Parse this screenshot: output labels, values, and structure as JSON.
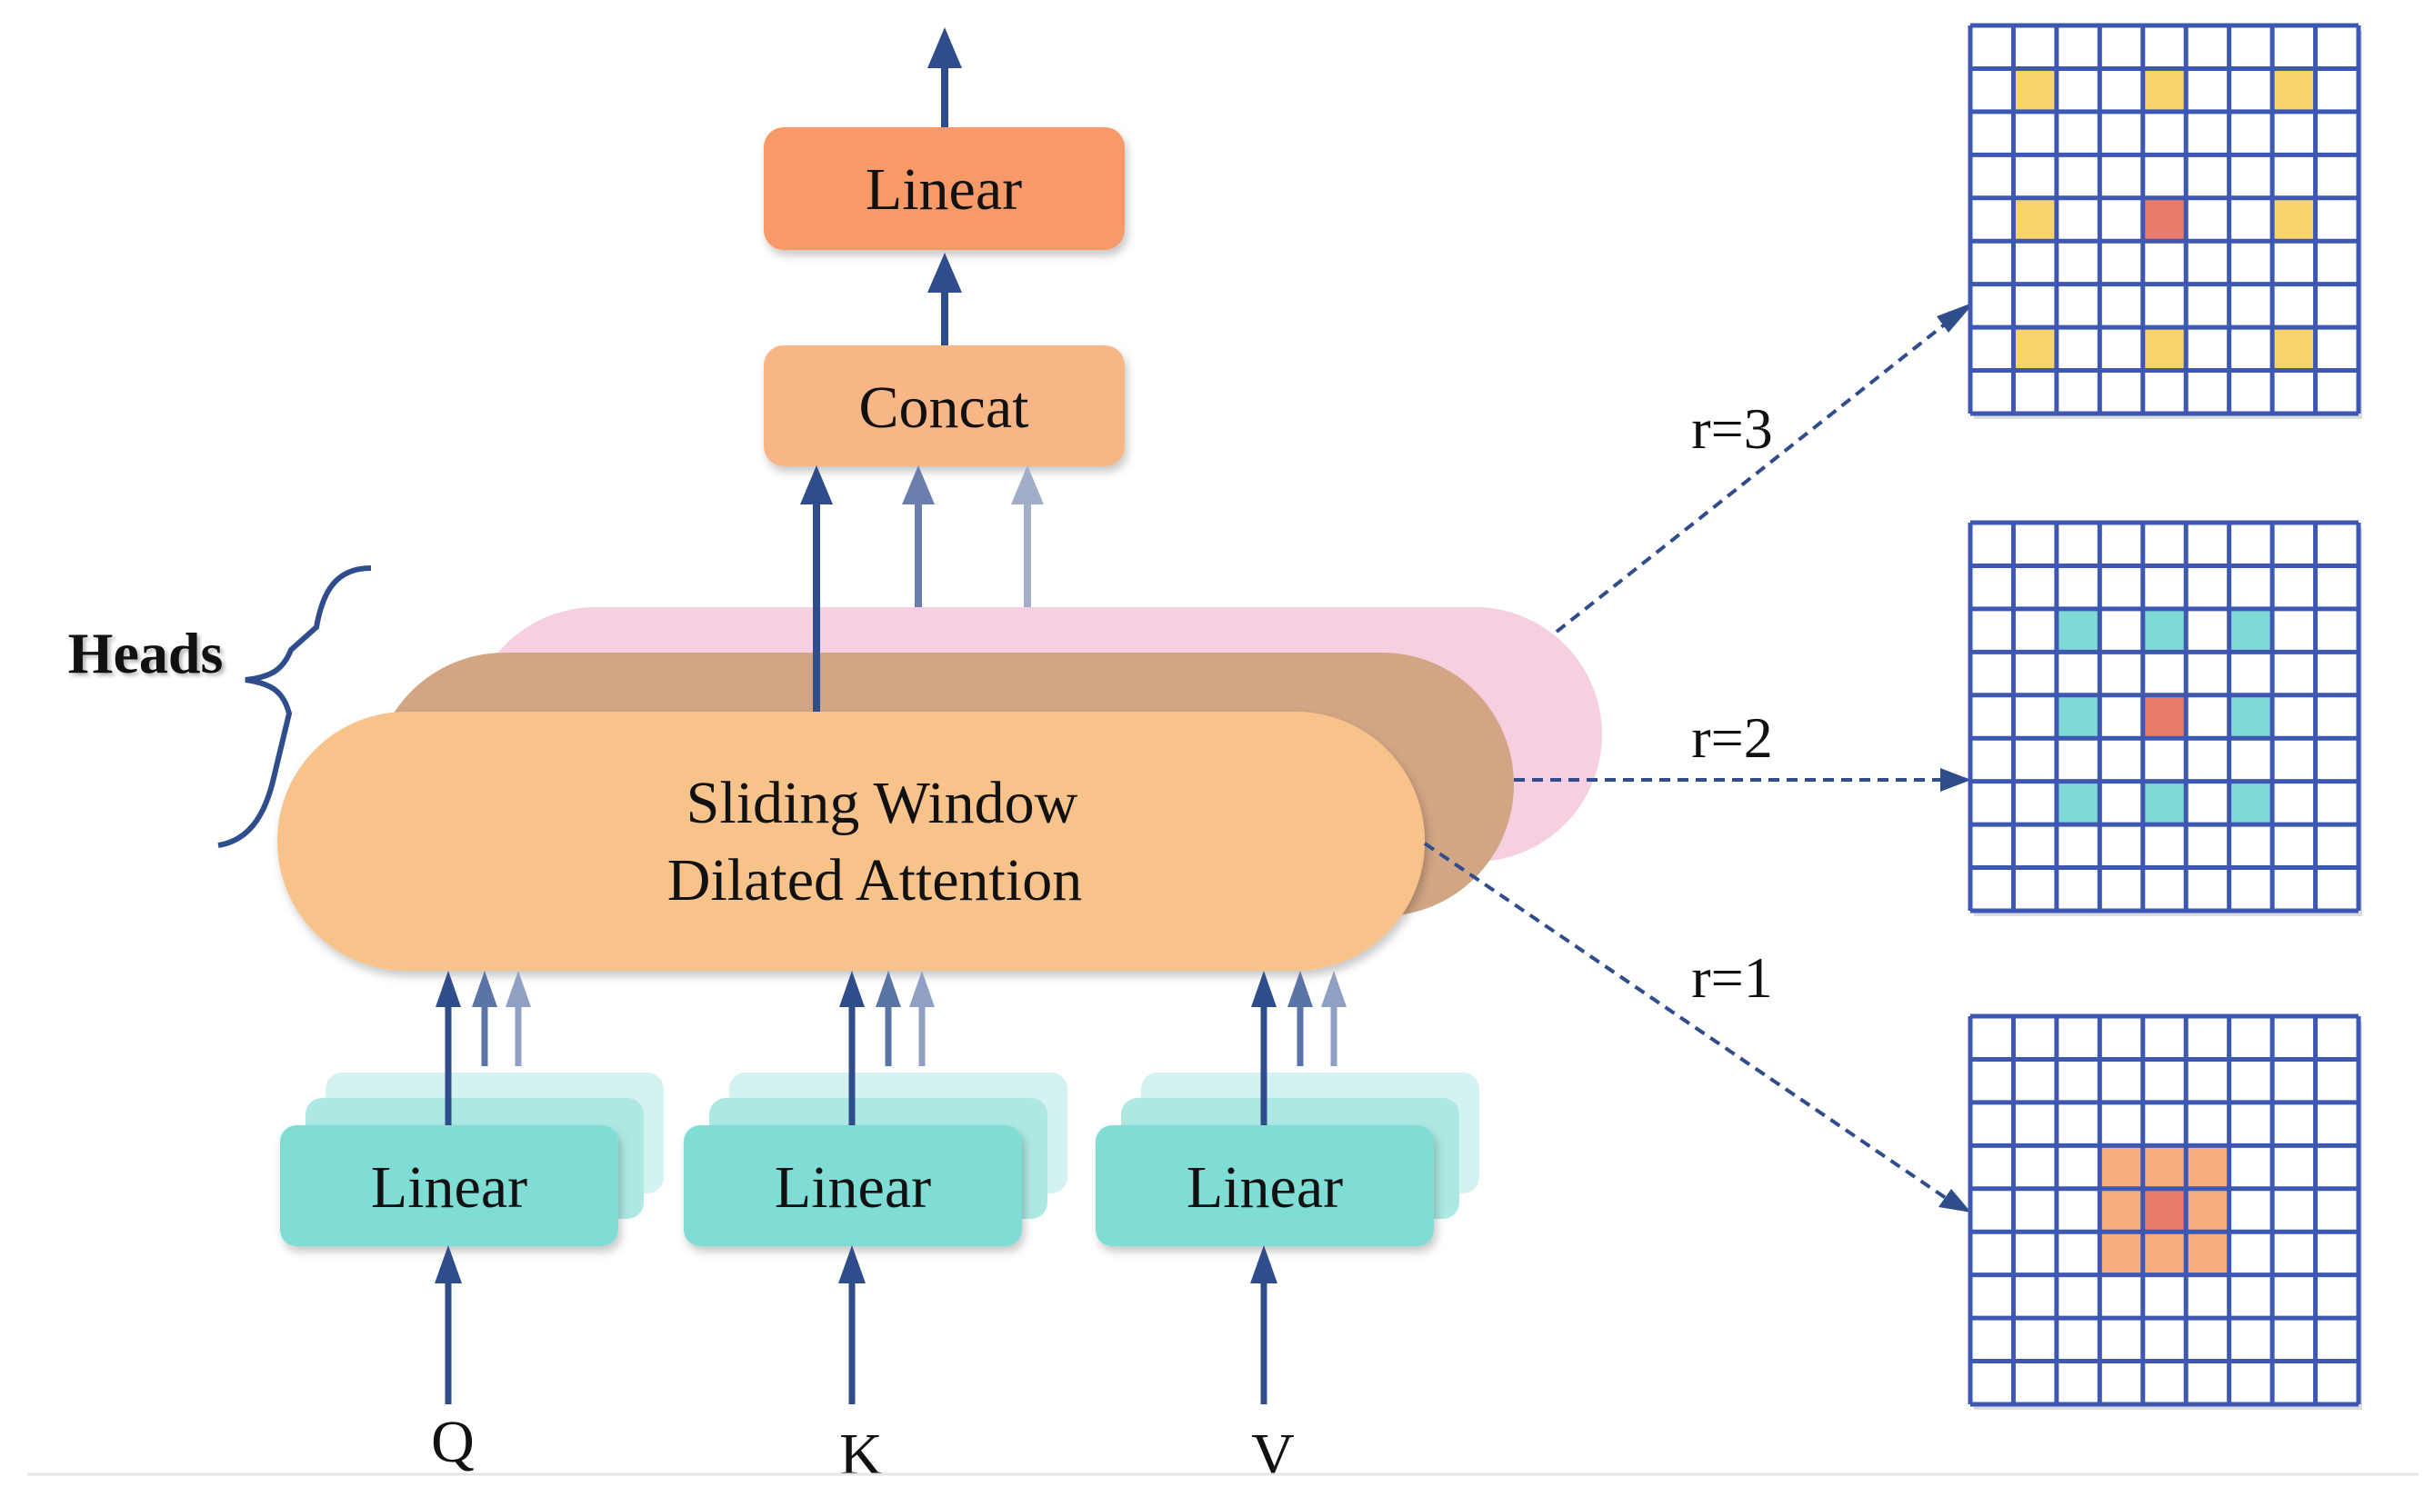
{
  "diagram": {
    "output_linear_label": "Linear",
    "concat_label": "Concat",
    "attention_label_line1": "Sliding Window",
    "attention_label_line2": "Dilated Attention",
    "heads_label": "Heads",
    "inputs": [
      {
        "linear_label": "Linear",
        "input_label": "Q"
      },
      {
        "linear_label": "Linear",
        "input_label": "K"
      },
      {
        "linear_label": "Linear",
        "input_label": "V"
      }
    ],
    "dilations": [
      {
        "label": "r=3",
        "rate": 3,
        "highlight_color": "#f9d36a"
      },
      {
        "label": "r=2",
        "rate": 2,
        "highlight_color": "#7fd9d6"
      },
      {
        "label": "r=1",
        "rate": 1,
        "highlight_color": "#f7ad7c"
      }
    ],
    "grid_size": 9,
    "grid_center": [
      4,
      4
    ],
    "center_color": "#ea7b6c",
    "colors": {
      "output_linear": "#f79a67",
      "concat": "#f8b687",
      "attention_front": "#f7c38a",
      "attention_middle": "#d2a684",
      "attention_back": "#f6cfe1",
      "linear_blocks": "#7fddd5",
      "arrow": "#2f4c8c",
      "grid_line": "#3d57b3"
    }
  }
}
